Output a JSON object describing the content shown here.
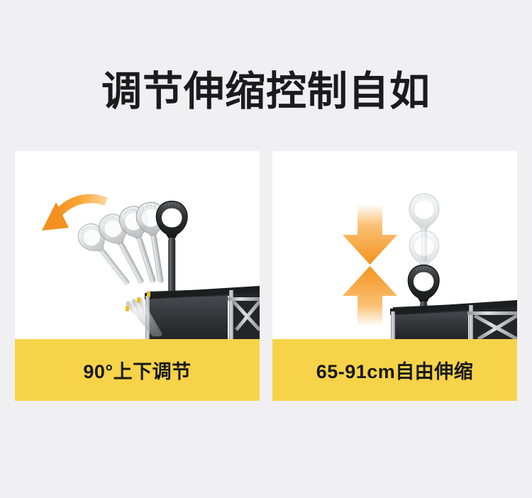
{
  "page": {
    "background_color": "#f0f0f2",
    "title": "调节伸缩控制自如"
  },
  "panels": [
    {
      "id": "rotation-panel",
      "caption": "90°上下调节",
      "caption_bg": "#f7d349",
      "photo": {
        "subject": "folding wagon with rotating pull handle shown in five positions",
        "arrow_icon": "curved-rotation-arrow-icon",
        "arrow_color": "#f59a21",
        "handle_positions": 5,
        "active_handle_color": "#3a3a3e",
        "ghost_handle_color": "#c6c8ca",
        "cart_fabric_color": "#36383b",
        "cart_frame_color": "#b9bcc0",
        "release_button_color": "#e8c21e"
      }
    },
    {
      "id": "telescoping-panel",
      "caption": "65-91cm自由伸缩",
      "caption_bg": "#f7d349",
      "photo": {
        "subject": "folding wagon with telescoping pull handle shown at three heights",
        "arrow_down_icon": "arrow-down-icon",
        "arrow_up_icon": "arrow-up-icon",
        "arrow_color": "#f59a21",
        "handle_positions": 3,
        "active_handle_color": "#3a3a3e",
        "ghost_handle_color": "#c6c8ca",
        "cart_fabric_color": "#36383b",
        "cart_frame_color": "#b9bcc0",
        "release_button_color": "#e8c21e"
      }
    }
  ]
}
